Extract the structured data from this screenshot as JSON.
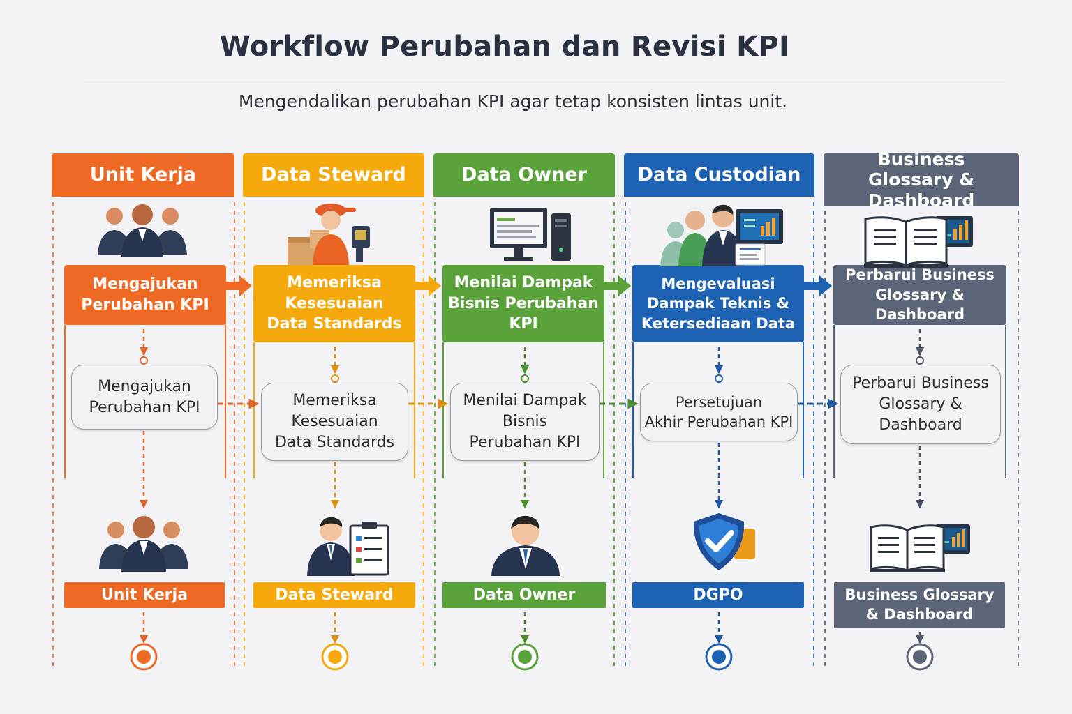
{
  "title": "Workflow Perubahan dan Revisi KPI",
  "subtitle": "Mengendalikan perubahan KPI agar tetap konsisten lintas unit.",
  "colors": {
    "orange": "#ee6a24",
    "amber": "#f6a90d",
    "green": "#5aa23a",
    "blue": "#1e63b3",
    "slate": "#5b6577"
  },
  "lanes": [
    {
      "header": "Unit Kerja",
      "step": "Mengajukan\nPerubahan KPI",
      "detail": "Mengajukan\nPerubahan KPI",
      "role": "Unit Kerja",
      "top_icon": "team-icon",
      "bottom_icon": "team-icon"
    },
    {
      "header": "Data Steward",
      "step": "Memeriksa\nKesesuaian\nData Standards",
      "detail": "Memeriksa\nKesesuaian\nData Standards",
      "role": "Data Steward",
      "top_icon": "steward-scanner-icon",
      "bottom_icon": "steward-checklist-icon"
    },
    {
      "header": "Data Owner",
      "step": "Menilai Dampak\nBisnis Perubahan\nKPI",
      "detail": "Menilai Dampak\nBisnis\nPerubahan KPI",
      "role": "Data Owner",
      "top_icon": "computer-icon",
      "bottom_icon": "business-person-icon"
    },
    {
      "header": "Data Custodian",
      "step": "Mengevaluasi\nDampak Teknis &\nKetersediaan Data",
      "detail": "Persetujuan\nAkhir Perubahan KPI",
      "role": "DGPO",
      "top_icon": "custodian-team-icon",
      "bottom_icon": "shield-check-icon"
    },
    {
      "header": "Business\nGlossary & Dashboard",
      "step": "Perbarui Business\nGlossary & Dashboard",
      "detail": "Perbarui Business\nGlossary &\nDashboard",
      "role": "Business Glossary\n& Dashboard",
      "top_icon": "book-dashboard-icon",
      "bottom_icon": "book-dashboard-icon"
    }
  ]
}
